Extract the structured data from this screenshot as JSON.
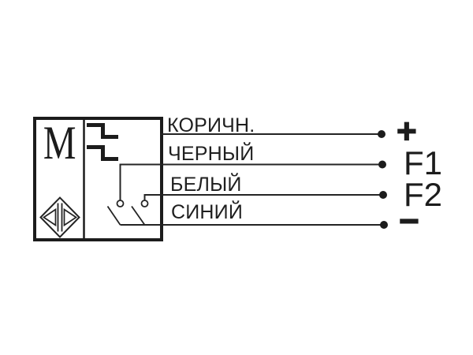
{
  "diagram": {
    "sensor_marking": "M",
    "wires": [
      {
        "color_label": "КОРИЧН.",
        "terminal": "+"
      },
      {
        "color_label": "ЧЕРНЫЙ",
        "terminal": "F1"
      },
      {
        "color_label": "БЕЛЫЙ",
        "terminal": "F2"
      },
      {
        "color_label": "СИНИЙ",
        "terminal": "−"
      }
    ],
    "colors": {
      "line": "#242424",
      "text": "#1c1c1c",
      "background": "#ffffff"
    }
  }
}
